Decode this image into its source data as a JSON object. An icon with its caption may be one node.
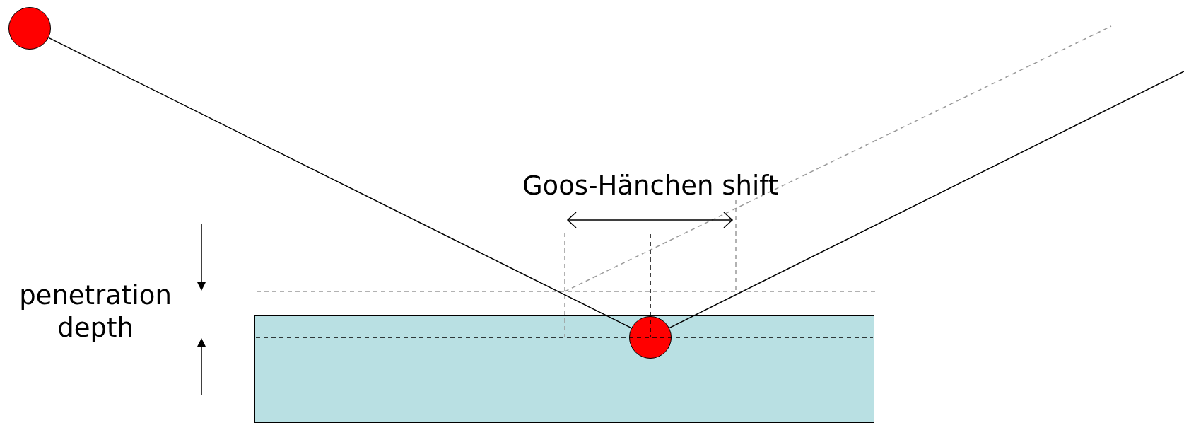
{
  "diagram": {
    "nodes": [
      {
        "text": [],
        "shape": "circle"
      },
      {
        "text": [],
        "shape": "box"
      },
      {
        "text": [],
        "shape": "circle",
        "in": 1
      }
    ],
    "edges": [
      {
        "from": 0,
        "to": 2,
        "arrow": "none"
      },
      {
        "from": 2,
        "to": null,
        "arrow": "none"
      }
    ],
    "labels": [
      "Goos-Hänchen shift",
      "penetration depth"
    ]
  }
}
